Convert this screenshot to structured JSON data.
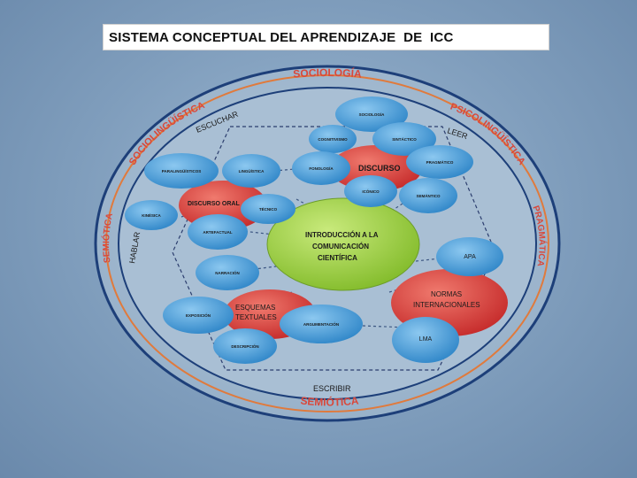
{
  "title": "SISTEMA CONCEPTUAL DEL APRENDIZAJE  DE  ICC",
  "ring_labels": {
    "top": "SOCIOLOGÍA",
    "upper_left": "SOCIOLINGÜÍSTICA",
    "upper_right": "PSICOLINGÜÍSTICA",
    "left": "SEMIÓTICA",
    "right": "PRAGMÁTICA",
    "bottom": "SEMIÓTICA"
  },
  "skills": {
    "escuchar": "ESCUCHAR",
    "leer": "LEER",
    "hablar": "HABLAR",
    "escribir": "ESCRIBIR"
  },
  "center": [
    "INTRODUCCIÓN A LA",
    "COMUNICACIÓN",
    "CIENTÍFICA"
  ],
  "nodes": {
    "sociologia": "SOCIOLOGÍA",
    "cognitivismo": "COGNITIVISMO",
    "sintactico": "SINTÁCTICO",
    "paralinguisticos": "PARALINGÜÍSTICOS",
    "linguistica": "LINGÜÍSTICA",
    "fonologia": "FONOLOGÍA",
    "discurso": "DISCURSO",
    "pragmatico": "PRAGMÁTICO",
    "iconico": "ICÓNICO",
    "semantico": "SEMÁNTICO",
    "discurso_oral": "DISCURSO ORAL",
    "kinesica": "KINÉSICA",
    "tecnico": "TÉCNICO",
    "artefactual": "ARTEFACTUAL",
    "apa": "APA",
    "narracion": "NARRACIÓN",
    "normas_internacionales": [
      "NORMAS",
      "INTERNACIONALES"
    ],
    "exposicion": "EXPOSICIÓN",
    "esquemas_textuales": [
      "ESQUEMAS",
      "TEXTUALES"
    ],
    "argumentacion": "ARGUMENTACIÓN",
    "lma": "LMA",
    "descripcion": "DESCRIPCIÓN"
  },
  "colors": {
    "blue_node": "#3f9ad8",
    "red_node": "#d93a3a",
    "green_center": "#9bcf3f",
    "ring_label": "#d9483b",
    "ellipse_inner": "#9fb6cc",
    "ellipse_outer_stroke": "#1d3f79",
    "ellipse_mid_stroke": "#e07a3c"
  }
}
